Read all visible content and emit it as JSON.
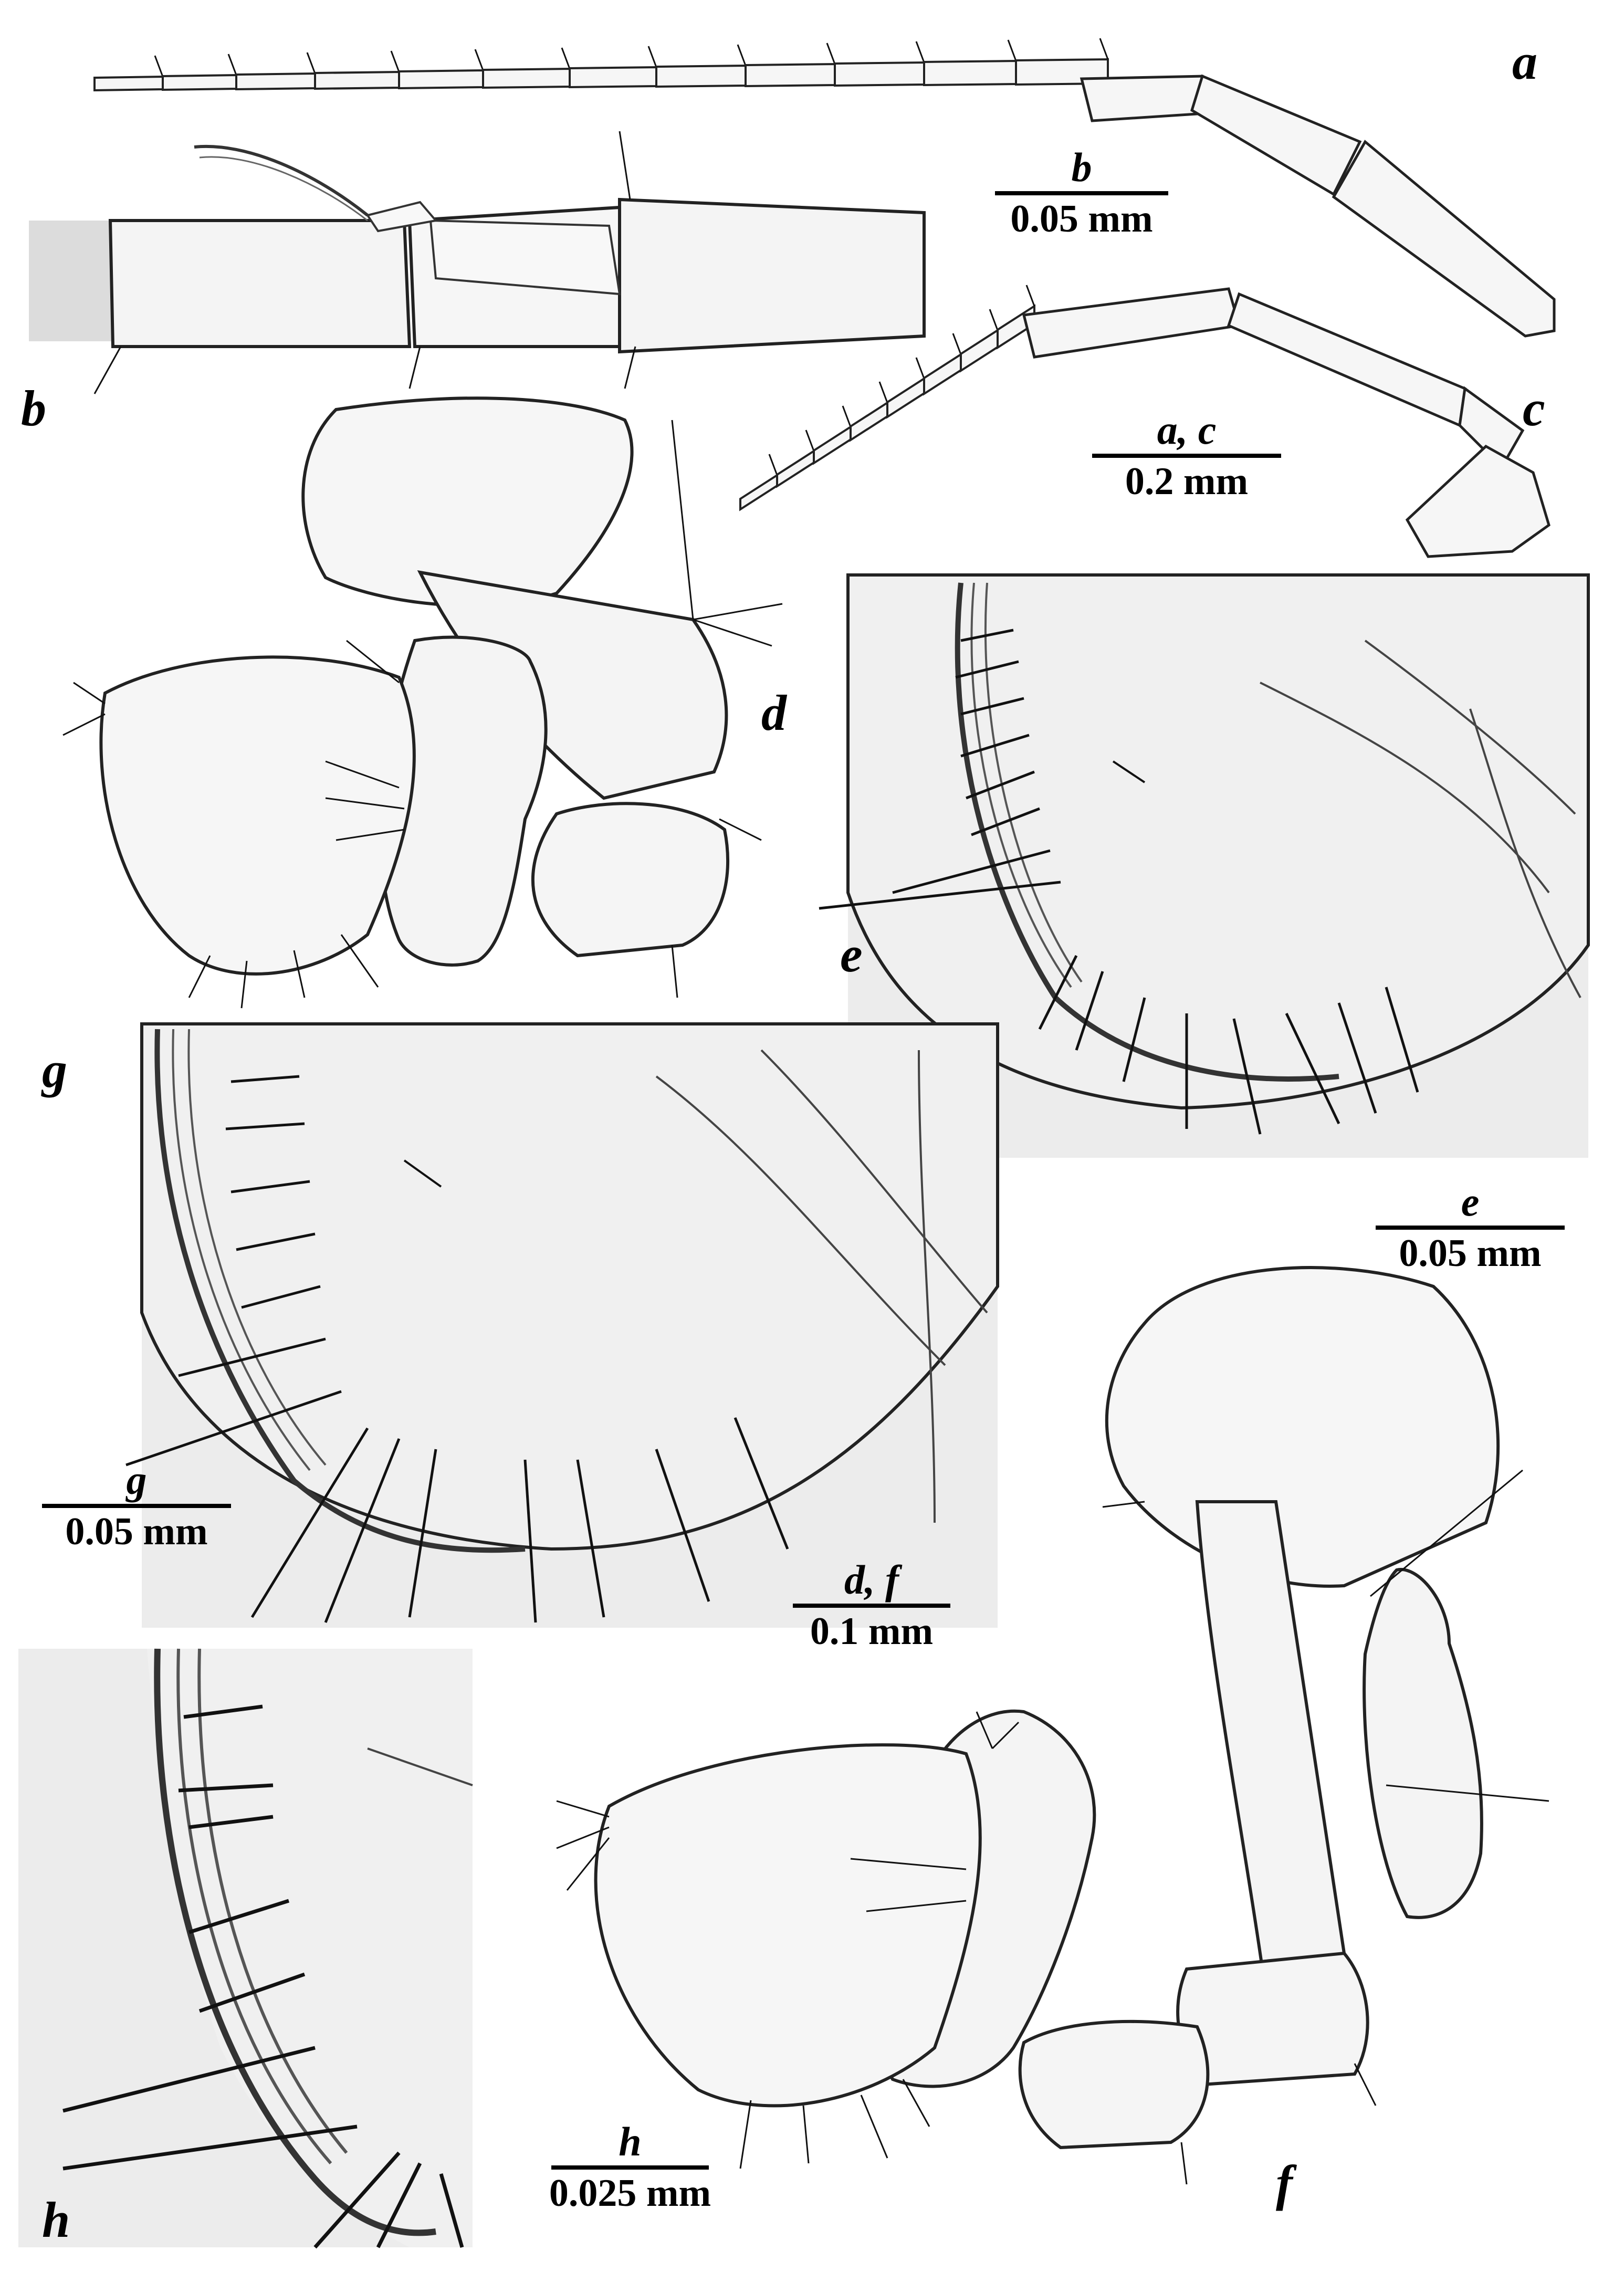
{
  "figure": {
    "panel_labels": {
      "a": "a",
      "b_panel": "b",
      "c": "c",
      "d": "d",
      "e": "e",
      "f": "f",
      "g": "g",
      "h": "h"
    },
    "scale_bars": {
      "b": {
        "key": "b",
        "value": "0.05 mm"
      },
      "ac": {
        "key": "a, c",
        "value": "0.2 mm"
      },
      "e": {
        "key": "e",
        "value": "0.05 mm"
      },
      "g": {
        "key": "g",
        "value": "0.05 mm"
      },
      "df": {
        "key": "d, f",
        "value": "0.1 mm"
      },
      "h": {
        "key": "h",
        "value": "0.025 mm"
      }
    },
    "colors": {
      "background": "#ffffff",
      "outline": "#222222",
      "setae": "#111111",
      "panel_tint": "#ececec",
      "segment_fill": "#f6f6f6"
    }
  }
}
